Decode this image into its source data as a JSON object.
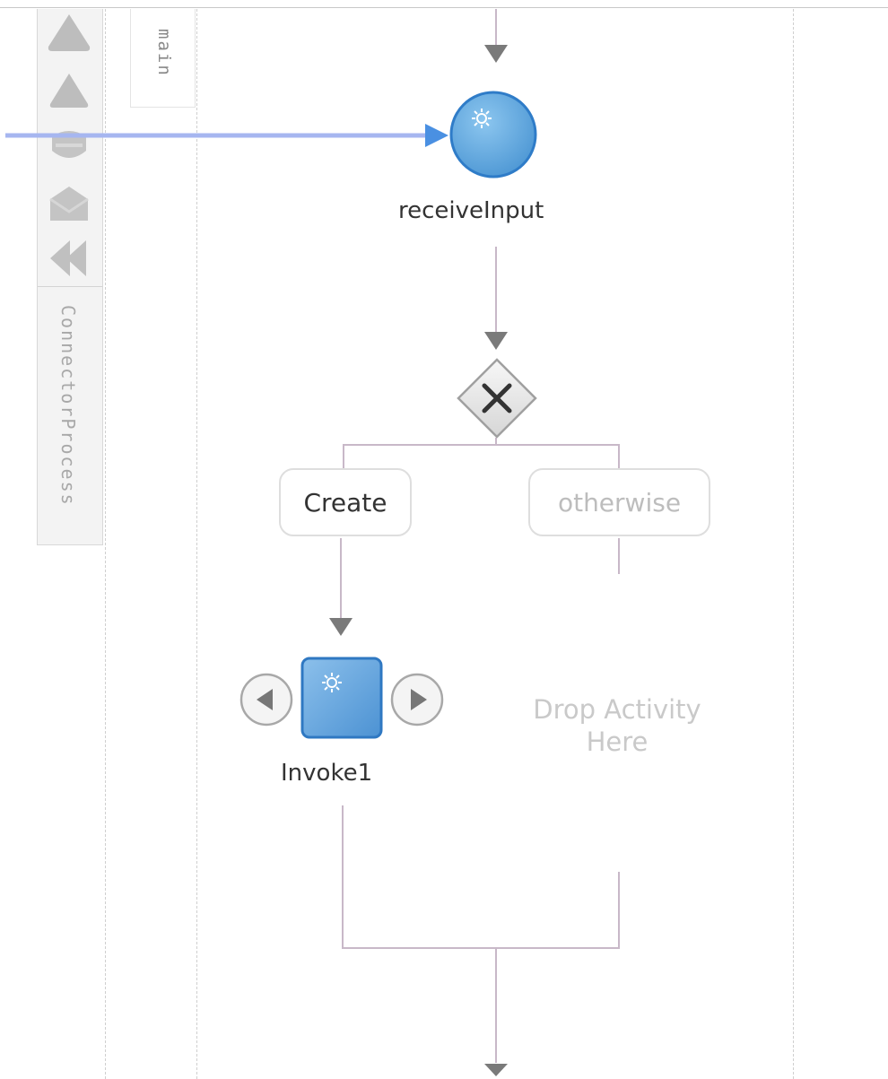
{
  "panel": {
    "title": "ConnectorProcess",
    "tools": [
      "collapse-up-icon",
      "collapse-up-icon",
      "shield-icon",
      "envelope-icon",
      "rewind-icon"
    ]
  },
  "scope_tab": {
    "label": "main"
  },
  "nodes": {
    "receive": {
      "label": "receiveInput",
      "icon": "gear-icon",
      "color": "#5ba3db"
    },
    "switch": {
      "icon": "close-icon"
    },
    "invoke": {
      "label": "Invoke1",
      "icon": "gear-icon",
      "color": "#5b9bd5"
    }
  },
  "branches": {
    "create": {
      "label": "Create"
    },
    "otherwise": {
      "label": "otherwise"
    }
  },
  "drop_zone": {
    "line1": "Drop Activity",
    "line2": "Here"
  },
  "colors": {
    "partner_link": "#a6b6f0",
    "partner_arrow": "#4a90e2",
    "connector": "#c8b8c8",
    "arrow": "#7a7a7a"
  }
}
